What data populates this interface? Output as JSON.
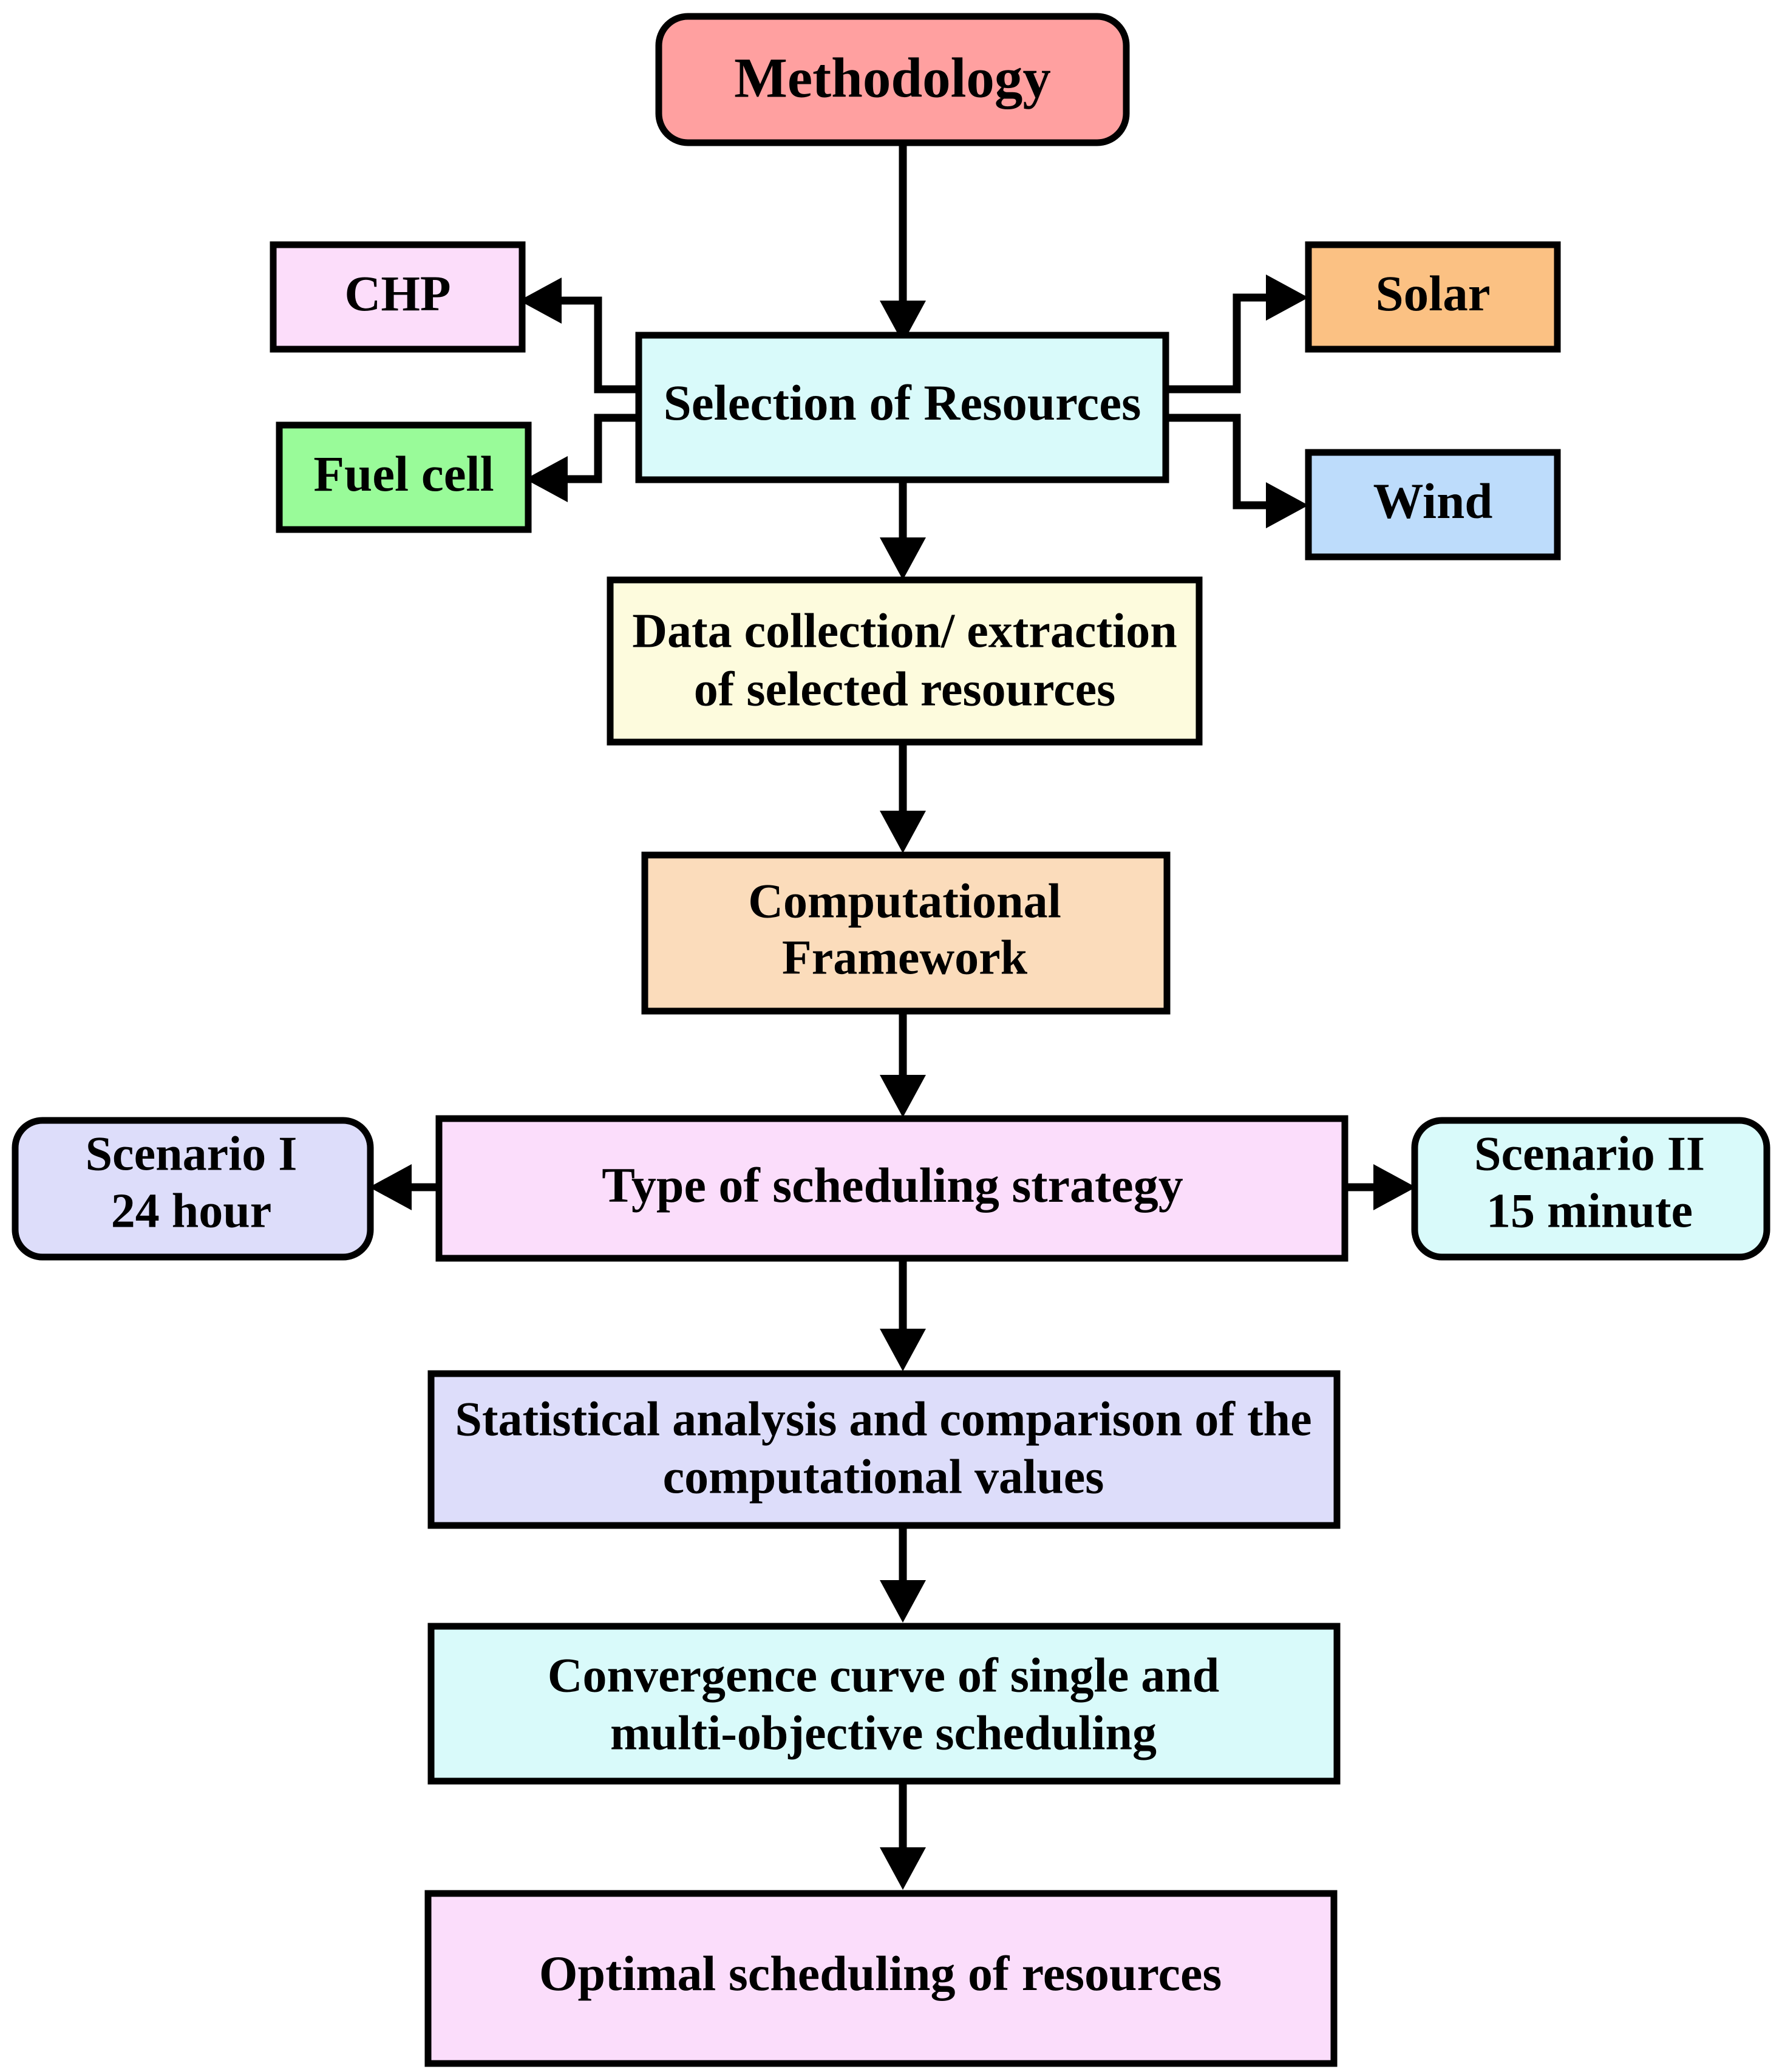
{
  "diagram": {
    "title": "Methodology flowchart",
    "background": "#ffffff",
    "border_color": "#000000",
    "text_color": "#000000"
  },
  "nodes": {
    "methodology": {
      "label": "Methodology",
      "fill": "#FFA0A0",
      "shape": "rounded-rectangle"
    },
    "chp": {
      "label": "CHP",
      "fill": "#FCDDFA",
      "shape": "rectangle"
    },
    "fuel_cell": {
      "label": "Fuel cell",
      "fill": "#99FB99",
      "shape": "rectangle"
    },
    "solar": {
      "label": "Solar",
      "fill": "#FBC183",
      "shape": "rectangle"
    },
    "wind": {
      "label": "Wind",
      "fill": "#BDDCFB",
      "shape": "rectangle"
    },
    "selection_of_resources": {
      "label": "Selection of Resources",
      "fill": "#D9FAFA",
      "shape": "rectangle"
    },
    "data_collection": {
      "label_line1": "Data collection/ extraction",
      "label_line2": "of selected resources",
      "fill": "#FDFBDD",
      "shape": "rectangle"
    },
    "computational_framework": {
      "label_line1": "Computational",
      "label_line2": "Framework",
      "fill": "#FBDCBB",
      "shape": "rectangle"
    },
    "scheduling_strategy": {
      "label": "Type of scheduling strategy",
      "fill": "#FBDDFB",
      "shape": "rectangle"
    },
    "scenario_one": {
      "label_line1": "Scenario I",
      "label_line2": "24 hour",
      "fill": "#DDDDFA",
      "shape": "rounded-rectangle"
    },
    "scenario_two": {
      "label_line1": "Scenario II",
      "label_line2": "15 minute",
      "fill": "#D9FAFA",
      "shape": "rounded-rectangle"
    },
    "statistical_analysis": {
      "label_line1": "Statistical analysis and comparison of the",
      "label_line2": "computational values",
      "fill": "#DDDDFA",
      "shape": "rectangle"
    },
    "convergence_curve": {
      "label_line1": "Convergence curve of single and",
      "label_line2": "multi-objective scheduling",
      "fill": "#D9FAFA",
      "shape": "rectangle"
    },
    "optimal_scheduling": {
      "label": "Optimal scheduling of resources",
      "fill": "#FBDDFB",
      "shape": "rectangle"
    }
  },
  "edges": [
    {
      "name": "methodology-to-selection",
      "from": "methodology",
      "to": "selection_of_resources"
    },
    {
      "name": "selection-to-chp",
      "from": "selection_of_resources",
      "to": "chp"
    },
    {
      "name": "selection-to-fuel-cell",
      "from": "selection_of_resources",
      "to": "fuel_cell"
    },
    {
      "name": "selection-to-solar",
      "from": "selection_of_resources",
      "to": "solar"
    },
    {
      "name": "selection-to-wind",
      "from": "selection_of_resources",
      "to": "wind"
    },
    {
      "name": "selection-to-data-collection",
      "from": "selection_of_resources",
      "to": "data_collection"
    },
    {
      "name": "data-collection-to-computational-framework",
      "from": "data_collection",
      "to": "computational_framework"
    },
    {
      "name": "computational-framework-to-scheduling-strategy",
      "from": "computational_framework",
      "to": "scheduling_strategy"
    },
    {
      "name": "scheduling-strategy-to-scenario-one",
      "from": "scheduling_strategy",
      "to": "scenario_one"
    },
    {
      "name": "scheduling-strategy-to-scenario-two",
      "from": "scheduling_strategy",
      "to": "scenario_two"
    },
    {
      "name": "scheduling-strategy-to-statistical-analysis",
      "from": "scheduling_strategy",
      "to": "statistical_analysis"
    },
    {
      "name": "statistical-analysis-to-convergence-curve",
      "from": "statistical_analysis",
      "to": "convergence_curve"
    },
    {
      "name": "convergence-curve-to-optimal-scheduling",
      "from": "convergence_curve",
      "to": "optimal_scheduling"
    }
  ]
}
